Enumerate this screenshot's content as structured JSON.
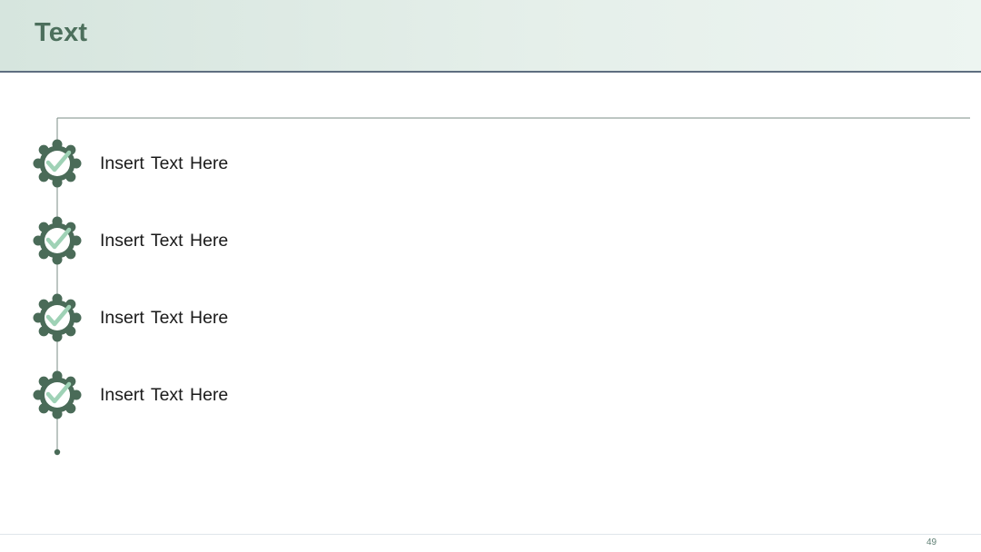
{
  "slide": {
    "title": "Text",
    "page_number": "49"
  },
  "items": [
    {
      "label": "Insert Text Here",
      "icon": "gear-check-icon"
    },
    {
      "label": "Insert Text Here",
      "icon": "gear-check-icon"
    },
    {
      "label": "Insert Text Here",
      "icon": "gear-check-icon"
    },
    {
      "label": "Insert Text Here",
      "icon": "gear-check-icon"
    }
  ],
  "colors": {
    "gear": "#4a6b58",
    "check": "#9fd2b6",
    "title": "#4c6f5c",
    "header_rule": "#5e6e80",
    "timeline": "#7b8c86"
  }
}
